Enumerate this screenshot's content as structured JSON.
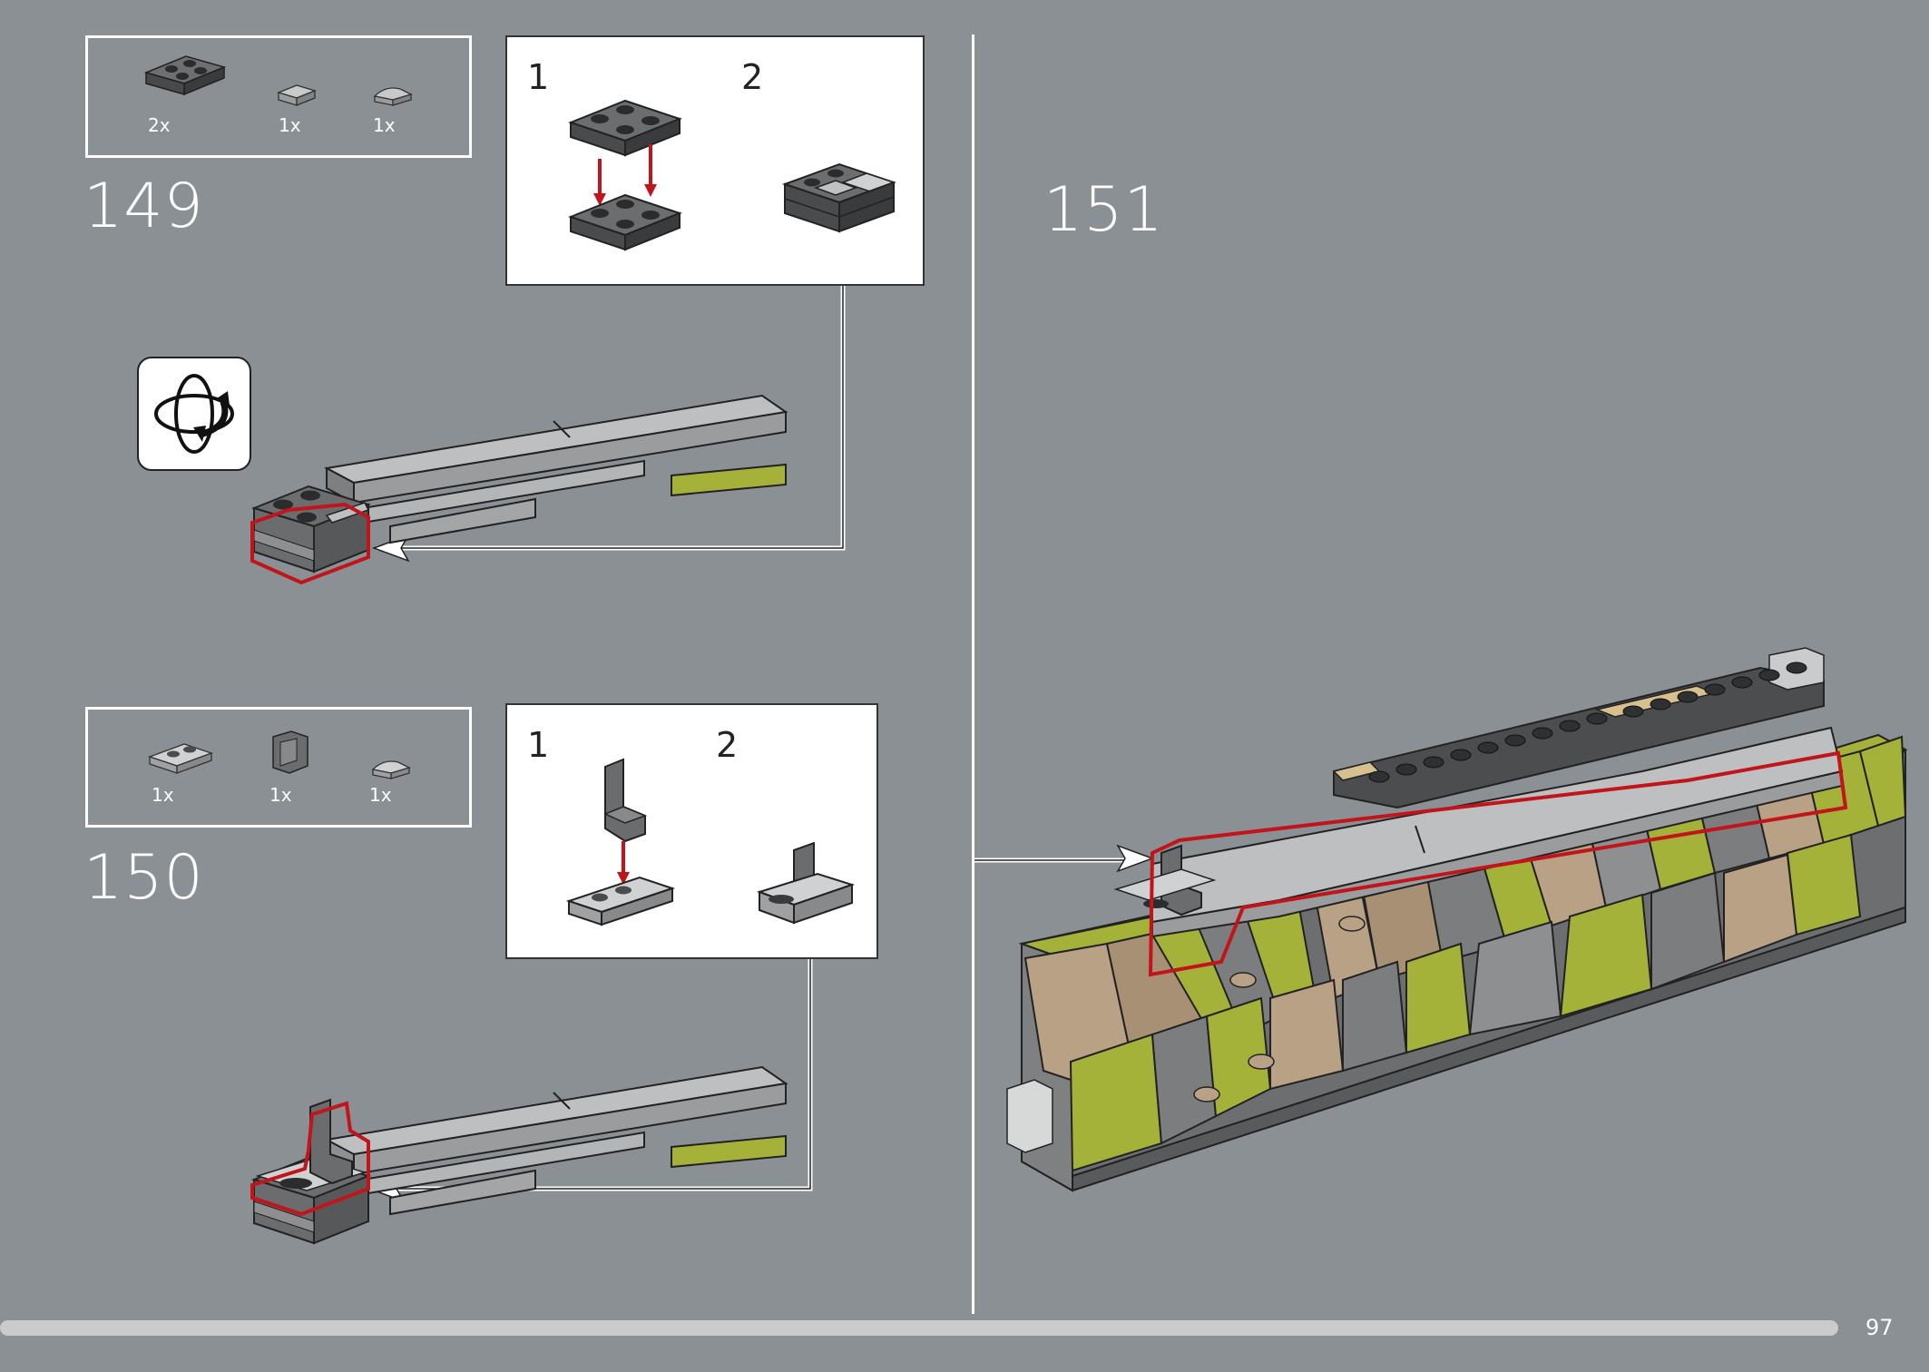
{
  "page": {
    "number": "97",
    "progress": 0.95
  },
  "steps": [
    {
      "number": "149",
      "parts": [
        {
          "icon": "plate-2x2-dark-gray-icon",
          "qty": "2x"
        },
        {
          "icon": "tile-1x1-light-gray-icon",
          "qty": "1x"
        },
        {
          "icon": "tile-round-quarter-light-gray-icon",
          "qty": "1x"
        }
      ],
      "substeps": [
        "1",
        "2"
      ]
    },
    {
      "number": "150",
      "parts": [
        {
          "icon": "plate-1x2-light-gray-icon",
          "qty": "1x"
        },
        {
          "icon": "bracket-dark-gray-icon",
          "qty": "1x"
        },
        {
          "icon": "tile-round-quarter-light-gray-icon",
          "qty": "1x"
        }
      ],
      "substeps": [
        "1",
        "2"
      ]
    },
    {
      "number": "151"
    }
  ],
  "icons": {
    "rotate": "rotate-model-icon"
  },
  "colors": {
    "background": "#8a9093",
    "light_gray": "#b7b9ba",
    "dark_gray": "#5a5c5e",
    "olive_green": "#a4b23a",
    "tan": "#b9a186",
    "highlight_red": "#c2141b"
  }
}
